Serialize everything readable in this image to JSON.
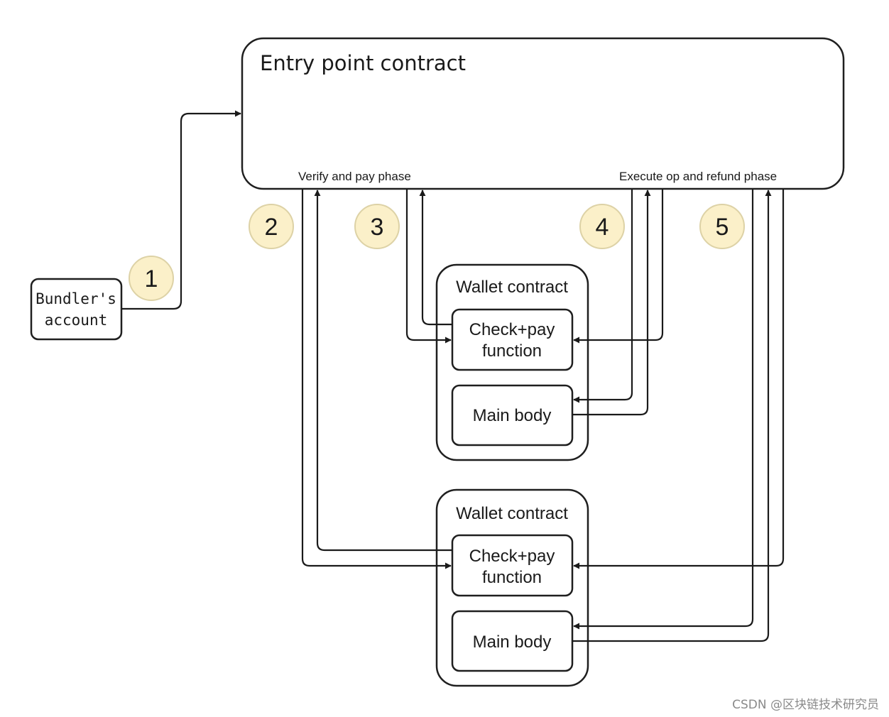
{
  "entry_point": {
    "title": "Entry point contract",
    "verify_phase_label": "Verify and pay phase",
    "execute_phase_label": "Execute op and refund phase"
  },
  "bundler": {
    "line1": "Bundler's",
    "line2": "account"
  },
  "steps": [
    "1",
    "2",
    "3",
    "4",
    "5"
  ],
  "wallets": [
    {
      "title": "Wallet contract",
      "check_line1": "Check+pay",
      "check_line2": "function",
      "main_body": "Main body"
    },
    {
      "title": "Wallet contract",
      "check_line1": "Check+pay",
      "check_line2": "function",
      "main_body": "Main body"
    }
  ],
  "watermark": "CSDN @区块链技术研究员",
  "colors": {
    "badge_fill": "#fbf0c9",
    "stroke": "#1a1a1a"
  }
}
